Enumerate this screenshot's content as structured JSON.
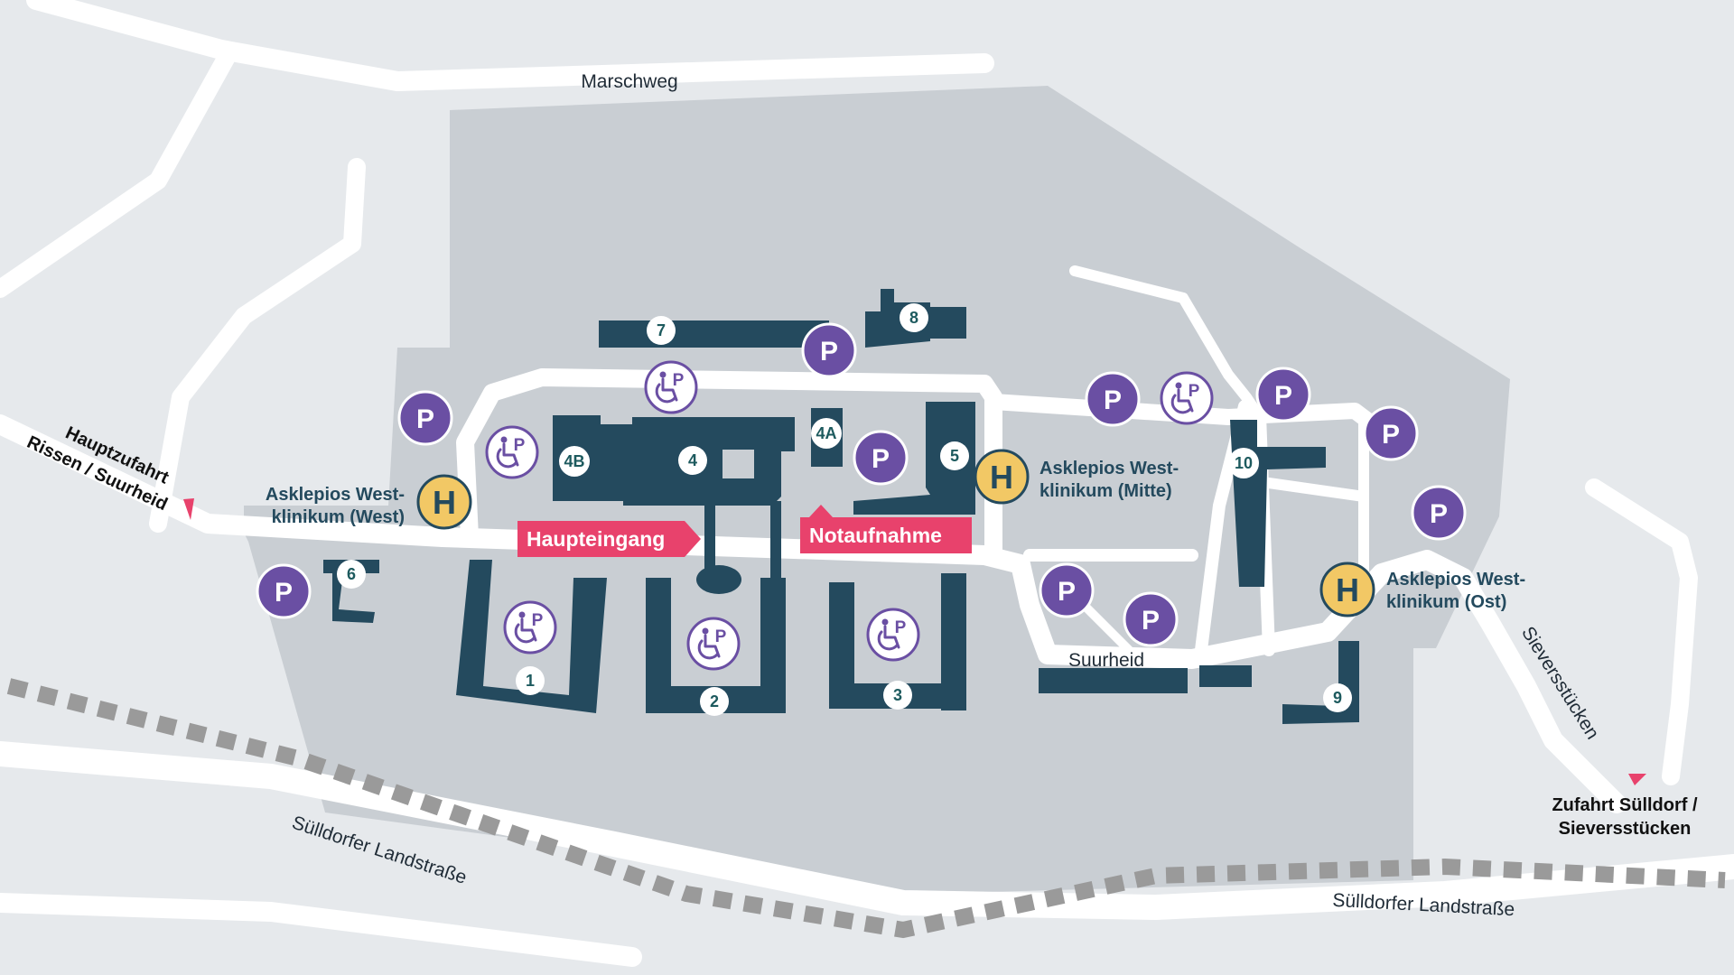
{
  "map": {
    "colors": {
      "background": "#e6e9ec",
      "campus": "#c9ced3",
      "road": "#ffffff",
      "building": "#244a5e",
      "parking": "#6a4fa3",
      "hospital_marker": "#f2c865",
      "tag": "#e8426c",
      "railway": "#9a9a9a"
    },
    "roads": {
      "marschweg": "Marschweg",
      "suurheid": "Suurheid",
      "landstrasse_left": "Sülldorfer Landstraße",
      "landstrasse_right": "Sülldorfer Landstraße",
      "sieversstuecken": "Sieversstücken"
    },
    "access": {
      "main_line1": "Hauptzufahrt",
      "main_line2": "Rissen / Suurheid",
      "east_line1": "Zufahrt Sülldorf /",
      "east_line2": "Sieversstücken"
    },
    "hospitals": {
      "marker_letter": "H",
      "west_line1": "Asklepios West-",
      "west_line2": "klinikum (West)",
      "mitte_line1": "Asklepios West-",
      "mitte_line2": "klinikum (Mitte)",
      "ost_line1": "Asklepios West-",
      "ost_line2": "klinikum (Ost)"
    },
    "tags": {
      "main_entrance": "Haupteingang",
      "emergency": "Notaufnahme"
    },
    "buildings": {
      "b1": "1",
      "b2": "2",
      "b3": "3",
      "b4": "4",
      "b4a": "4A",
      "b4b": "4B",
      "b5": "5",
      "b6": "6",
      "b7": "7",
      "b8": "8",
      "b9": "9",
      "b10": "10"
    },
    "parking_letter": "P",
    "icons": {
      "parking": "parking-icon",
      "accessible_parking": "accessible-parking-icon",
      "hospital": "hospital-marker-icon",
      "access_arrow": "access-arrow-icon"
    }
  }
}
